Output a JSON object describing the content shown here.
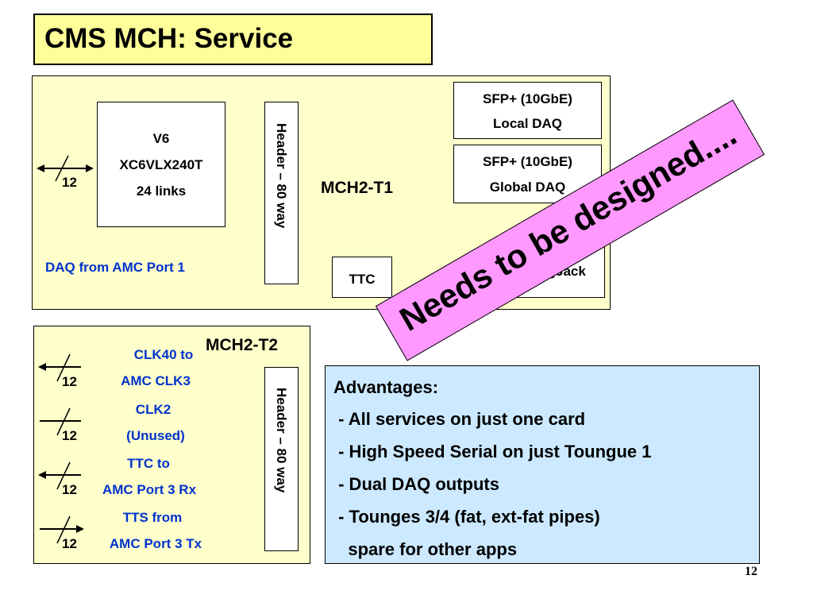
{
  "title": "CMS MCH: Service",
  "t1": {
    "fpga": [
      "V6",
      "XC6VLX240T",
      "24 links"
    ],
    "bus_label": "12",
    "daq_label": "DAQ from AMC Port 1",
    "header": "Header – 80 way",
    "name": "MCH2-T1",
    "sfp_local": [
      "SFP+ (10GbE)",
      "Local DAQ"
    ],
    "sfp_global": [
      "SFP+ (10GbE)",
      "Global DAQ"
    ],
    "ttc": "TTC",
    "magjack": "MagJack"
  },
  "t2": {
    "name": "MCH2-T2",
    "header": "Header – 80 way",
    "signals": [
      {
        "line1": "CLK40 to",
        "line2": "AMC CLK3",
        "bus": "12"
      },
      {
        "line1": "CLK2",
        "line2": "(Unused)",
        "bus": "12"
      },
      {
        "line1": "TTC to",
        "line2": "AMC Port 3 Rx",
        "bus": "12"
      },
      {
        "line1": "TTS from",
        "line2": "AMC Port 3 Tx",
        "bus": "12"
      }
    ]
  },
  "advantages": {
    "heading": "Advantages:",
    "items": [
      " - All services on just one card",
      " - High Speed Serial on just Toungue 1",
      " - Dual DAQ outputs",
      " - Tounges 3/4 (fat, ext-fat pipes)",
      "   spare for other apps"
    ]
  },
  "banner": "Needs to be designed....",
  "page_number": "12",
  "colors": {
    "title_bg": "#ffff99",
    "panel_bg": "#ffffcc",
    "advantages_bg": "#cce9ff",
    "banner_bg": "#ff99ff",
    "link_blue": "#0033cc"
  }
}
